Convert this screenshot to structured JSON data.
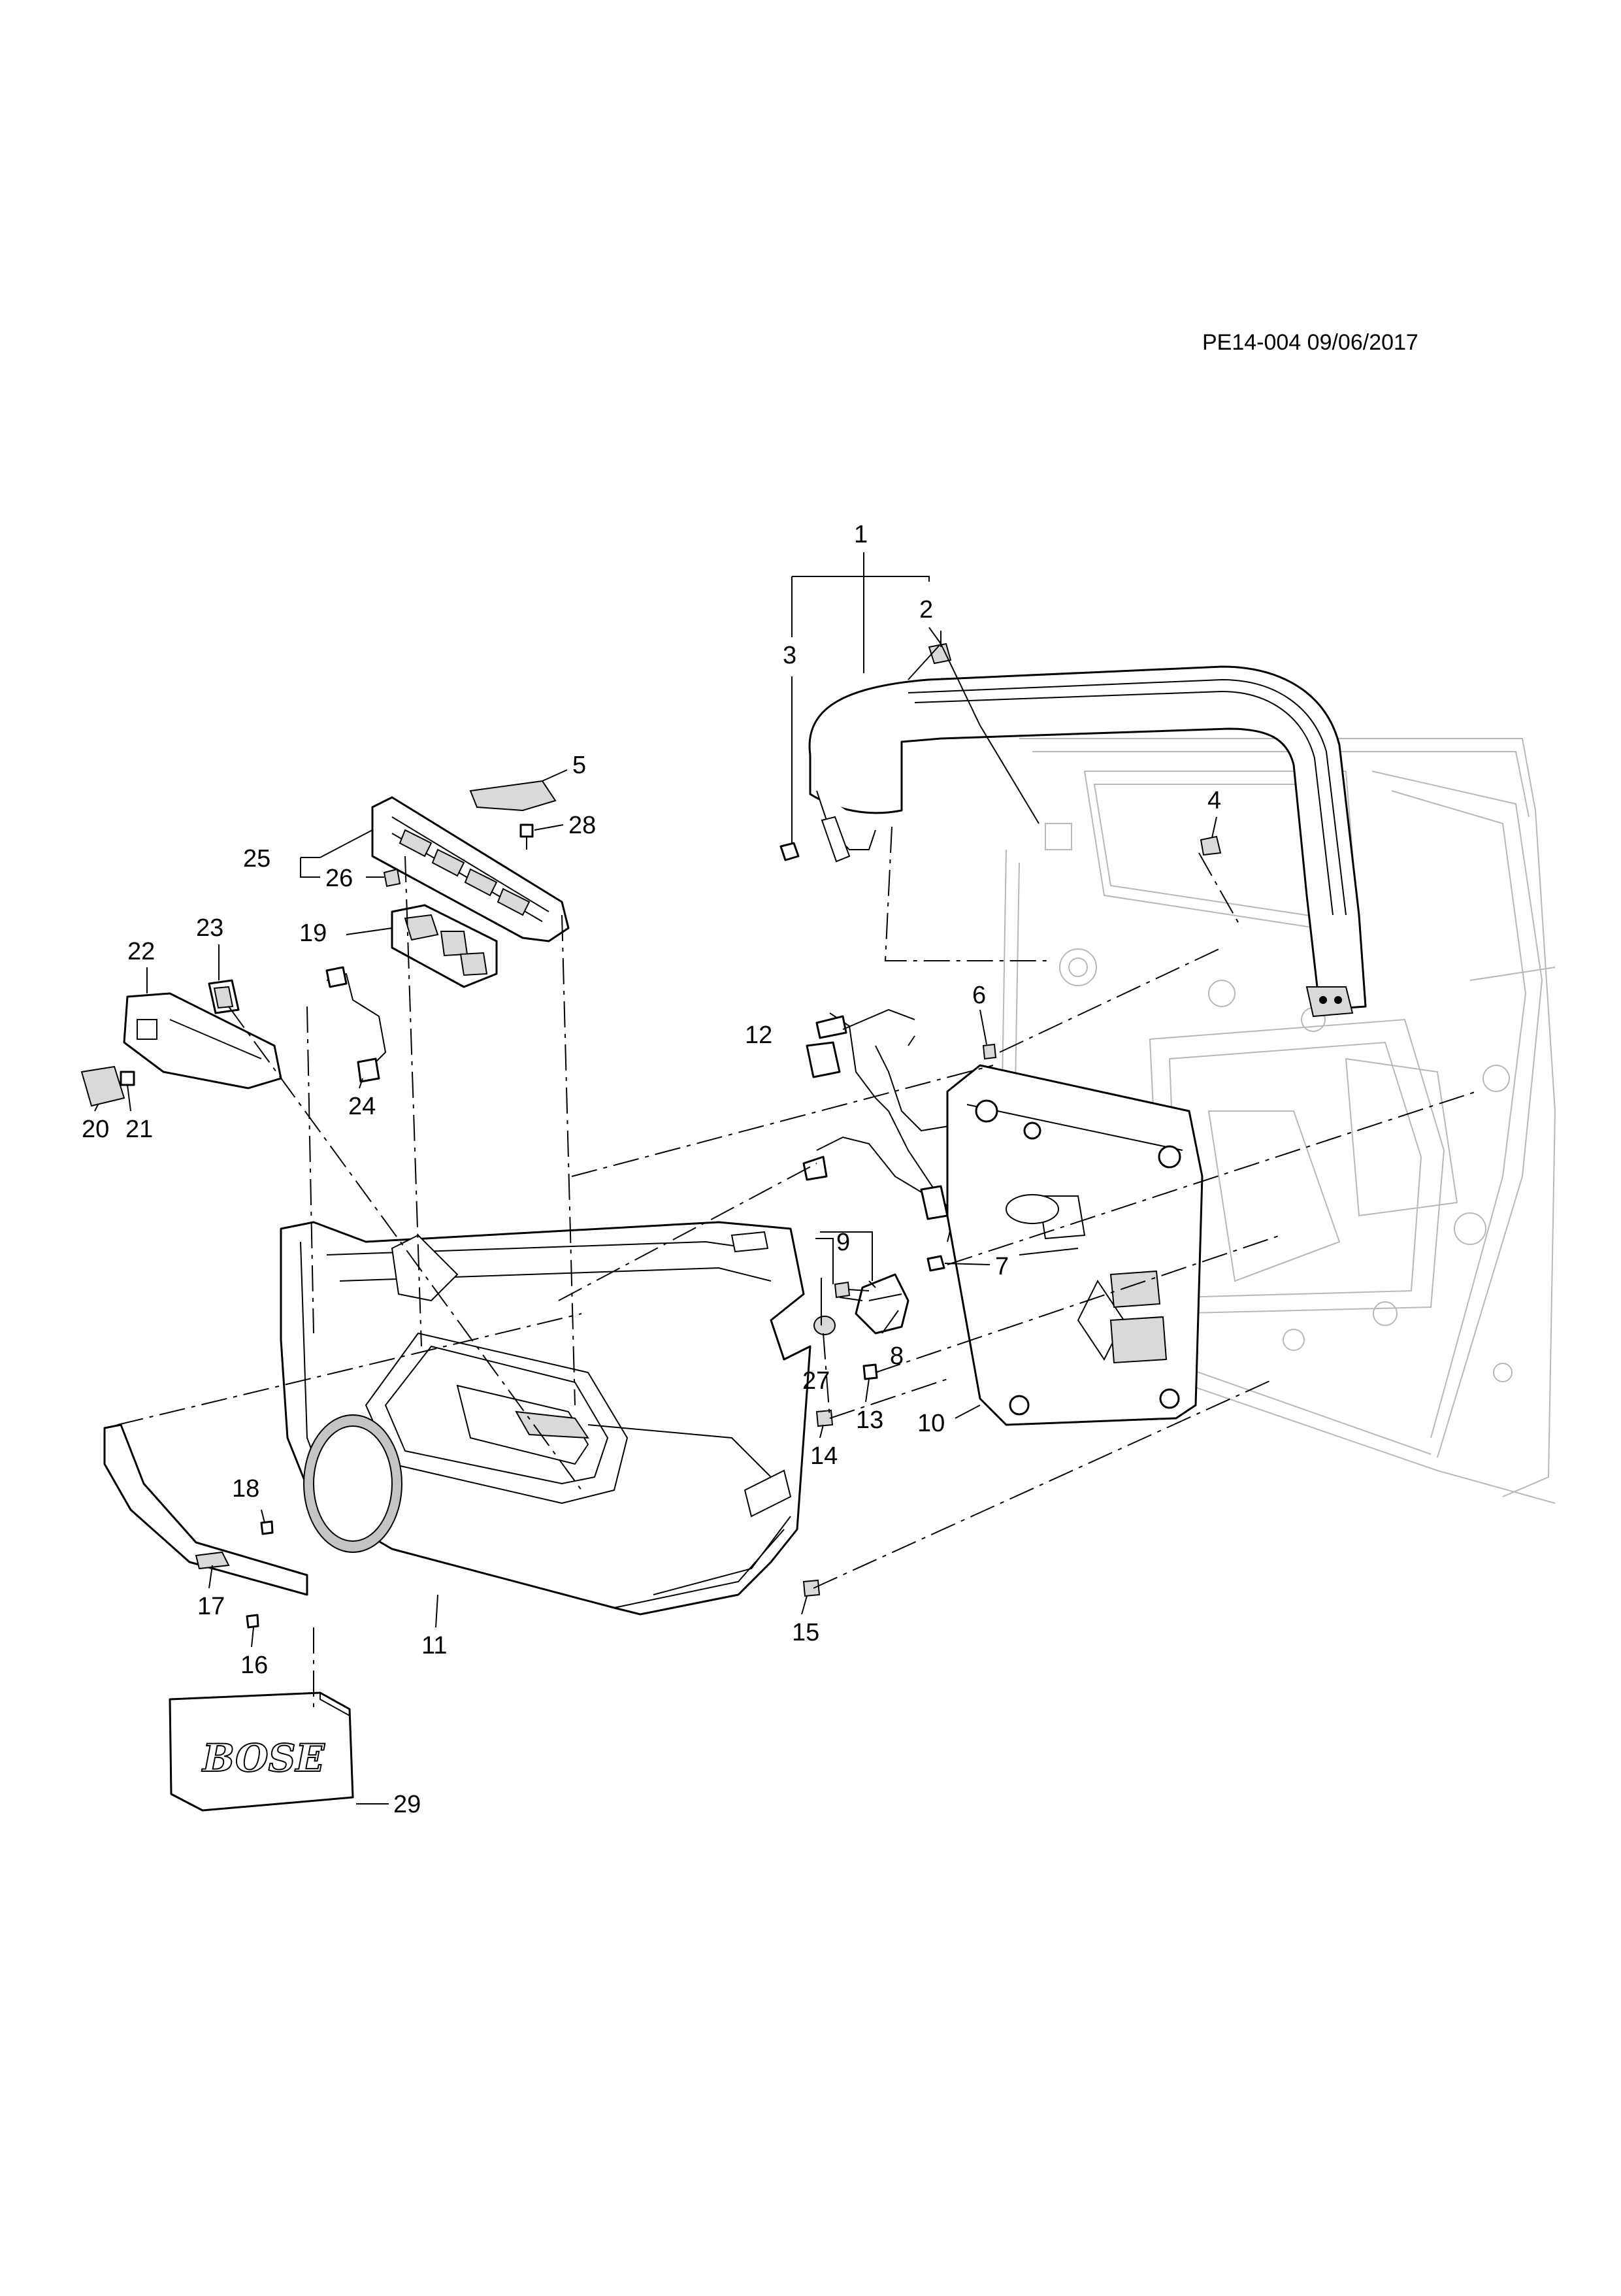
{
  "document": {
    "code": "PE14-004 09/06/2017"
  },
  "callouts": [
    "1",
    "2",
    "3",
    "4",
    "5",
    "6",
    "7",
    "8",
    "9",
    "10",
    "11",
    "12",
    "13",
    "14",
    "15",
    "16",
    "17",
    "18",
    "19",
    "20",
    "21",
    "22",
    "23",
    "24",
    "25",
    "26",
    "27",
    "28",
    "29"
  ],
  "badge_text": "BOSE"
}
